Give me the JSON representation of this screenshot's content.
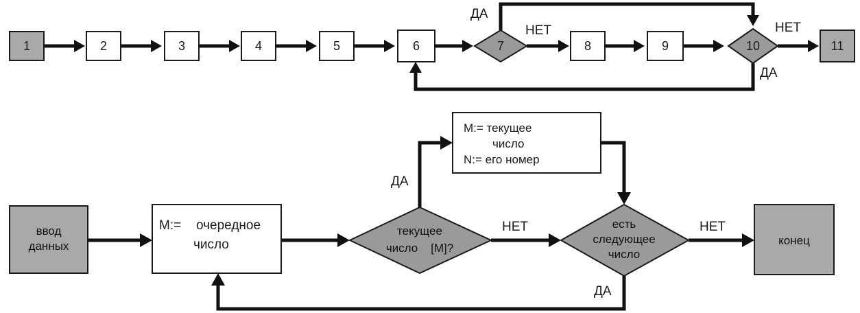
{
  "top_flow": {
    "nodes": [
      "1",
      "2",
      "3",
      "4",
      "5",
      "6",
      "7",
      "8",
      "9",
      "10",
      "11"
    ],
    "labels": {
      "yes_above_7": "ДА",
      "no_after_7": "НЕТ",
      "no_after_10": "НЕТ",
      "yes_below_10": "ДА"
    }
  },
  "bottom_flow": {
    "input": [
      "ввод",
      "данных"
    ],
    "assign_current": {
      "var": "M:=",
      "lines": [
        "очередное",
        "число"
      ]
    },
    "compare": [
      "текущее",
      "число    [M]?"
    ],
    "assign_max": [
      "M:= текущее",
      "число",
      "N:= его номер"
    ],
    "has_next": [
      "есть",
      "следующее",
      "число"
    ],
    "end": "конец",
    "labels": {
      "yes_compare": "ДА",
      "no_compare": "НЕТ",
      "no_has_next": "НЕТ",
      "yes_has_next": "ДА"
    }
  },
  "colors": {
    "terminal": "#a9a9a9",
    "decision": "#9a9a9a",
    "line": "#111111"
  }
}
